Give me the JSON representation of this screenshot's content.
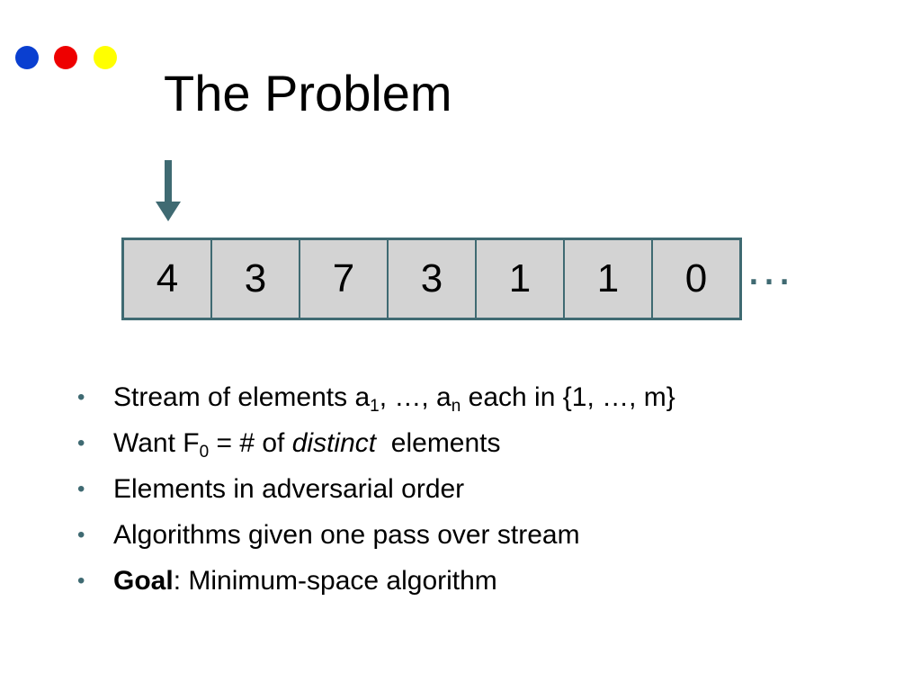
{
  "colors": {
    "dot_blue": "#0a3fd0",
    "dot_red": "#ee0000",
    "dot_yellow": "#ffff00",
    "accent": "#3f6a72",
    "cell_fill": "#d3d3d3"
  },
  "slide": {
    "title": "The Problem",
    "stream_values": [
      "4",
      "3",
      "7",
      "3",
      "1",
      "1",
      "0"
    ],
    "ellipsis": "…",
    "bullet_mark": "•",
    "bullets": [
      {
        "t1": "Stream of elements a",
        "s1": "1",
        "t2": ", …, a",
        "s2": "n",
        "t3": " each in {1, …, m}"
      },
      {
        "t1": "Want F",
        "s1": "0",
        "t2": " = # of ",
        "em": "distinct",
        "t3": "  elements"
      },
      {
        "t1": "Elements in adversarial order"
      },
      {
        "t1": "Algorithms given one pass over stream"
      },
      {
        "bold": "Goal",
        "t1": ": Minimum-space algorithm"
      }
    ]
  }
}
